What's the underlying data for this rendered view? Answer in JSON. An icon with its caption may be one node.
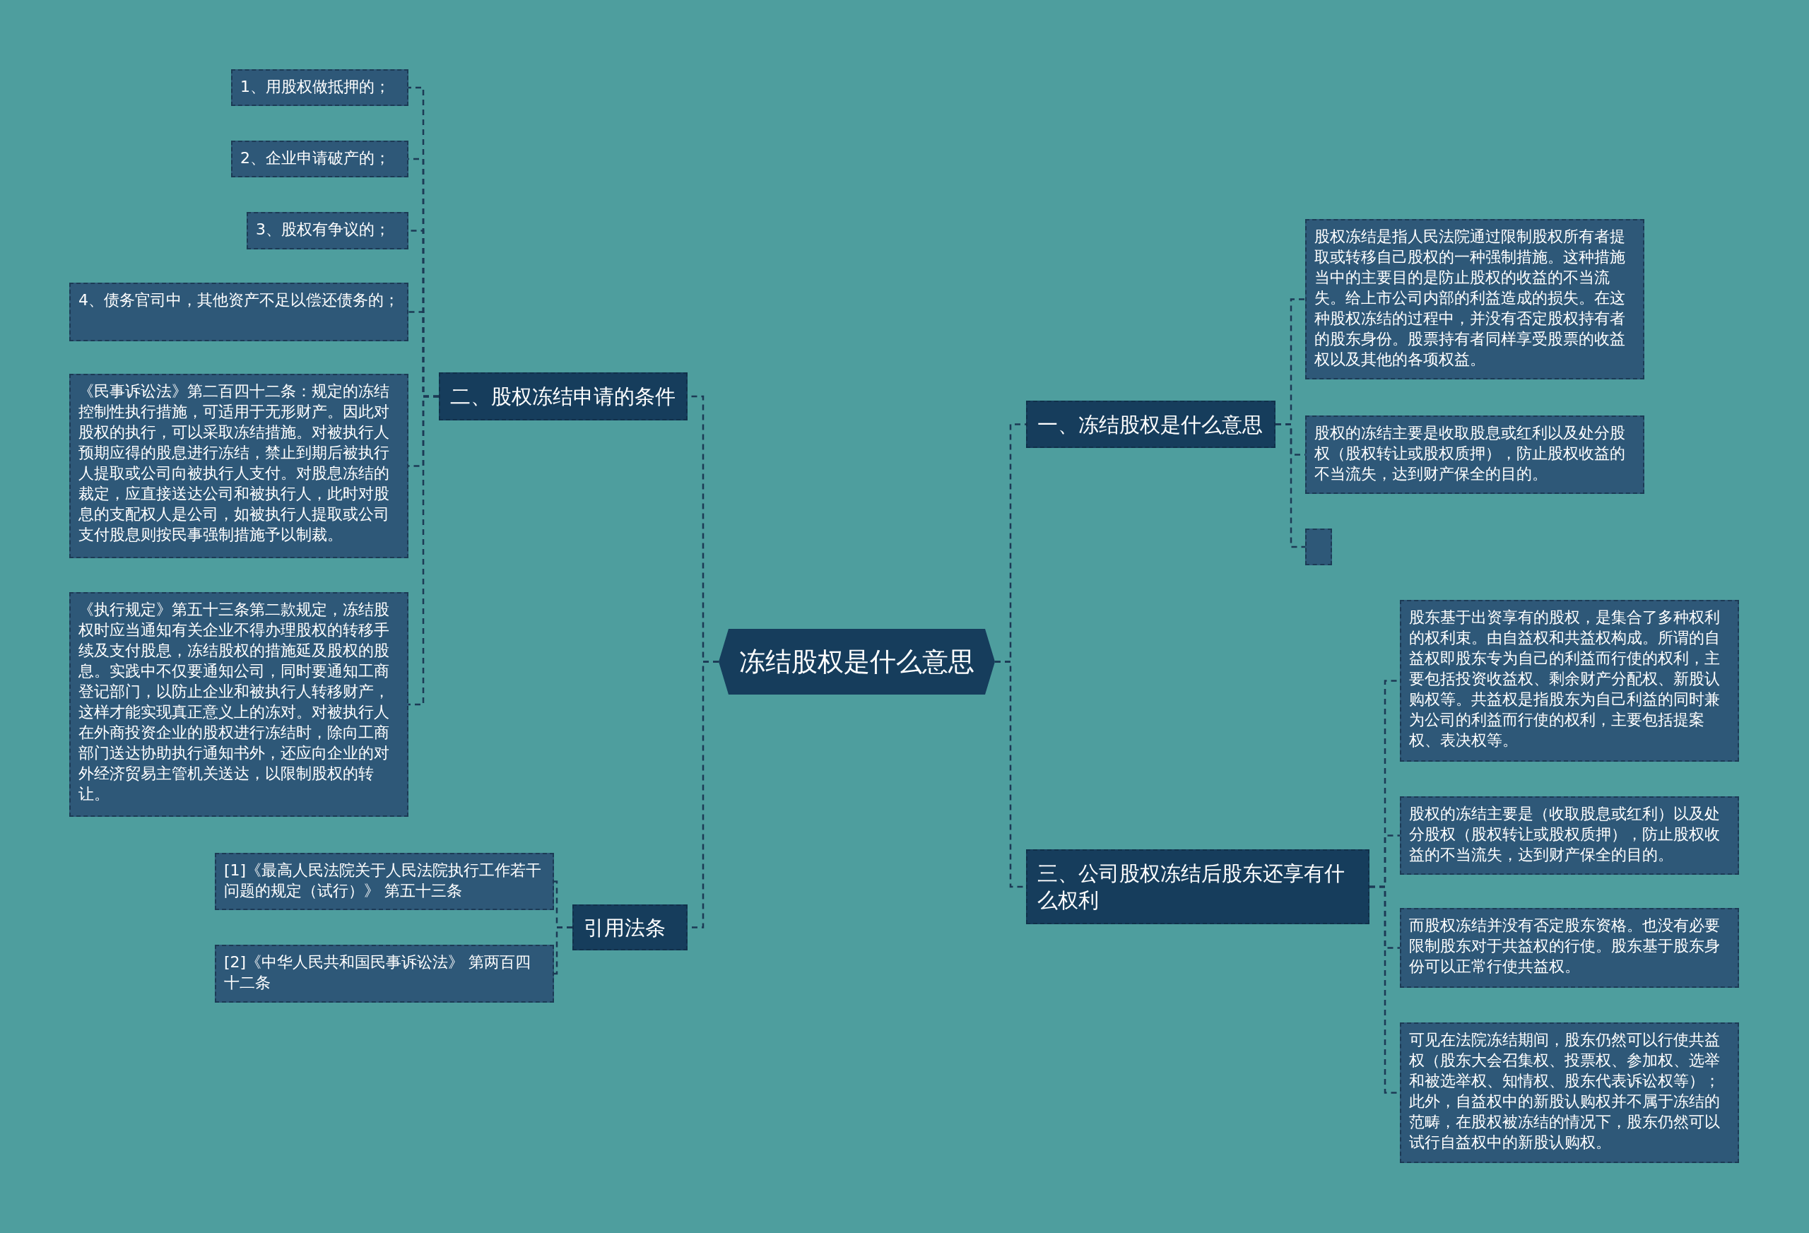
{
  "diagram": {
    "nodes": [
      {
        "text": [
          "冻结股权是什么意思"
        ]
      },
      {
        "text": [
          "一、冻结股权是什么意思"
        ]
      },
      {
        "text": [
          "股权冻结是指人民法院通过限制股权所有者提取或转移自己股权的一种强制措施。这种措施当中的主要目的是防止股权的收益的不当流失。给上市公司内部的利益造成的损失。在这种股权冻结的过程中，并没有否定股权持有者的股东身份。股票持有者同样享受股票的收益权以及其他的各项权益。"
        ]
      },
      {
        "text": [
          "股权的冻结主要是收取股息或红利以及处分股权（股权转让或股权质押），防止股权收益的不当流失，达到财产保全的目的。"
        ]
      },
      {
        "text": [],
        "shape": "box"
      },
      {
        "text": [
          "三、公司股权冻结后股东还享有什么权利"
        ]
      },
      {
        "text": [
          "股东基于出资享有的股权，是集合了多种权利的权利束。由自益权和共益权构成。所谓的自益权即股东专为自己的利益而行使的权利，主要包括投资收益权、剩余财产分配权、新股认购权等。共益权是指股东为自己利益的同时兼为公司的利益而行使的权利，主要包括提案权、表决权等。"
        ]
      },
      {
        "text": [
          "股权的冻结主要是（收取股息或红利）以及处分股权（股权转让或股权质押），防止股权收益的不当流失，达到财产保全的目的。"
        ]
      },
      {
        "text": [
          "而股权冻结并没有否定股东资格。也没有必要限制股东对于共益权的行使。股东基于股东身份可以正常行使共益权。"
        ]
      },
      {
        "text": [
          "可见在法院冻结期间，股东仍然可以行使共益权（股东大会召集权、投票权、参加权、选举和被选举权、知情权、股东代表诉讼权等）；此外，自益权中的新股认购权并不属于冻结的范畴，在股权被冻结的情况下，股东仍然可以试行自益权中的新股认购权。"
        ]
      },
      {
        "text": [
          "二、股权冻结申请的条件"
        ]
      },
      {
        "text": [
          "1、用股权做抵押的；"
        ]
      },
      {
        "text": [
          "2、企业申请破产的；"
        ]
      },
      {
        "text": [
          "3、股权有争议的；"
        ]
      },
      {
        "text": [
          "4、债务官司中，其他资产不足以偿还债务的；"
        ]
      },
      {
        "text": [
          "《民事诉讼法》第二百四十二条：规定的冻结控制性执行措施，可适用于无形财产。因此对股权的执行，可以采取冻结措施。对被执行人预期应得的股息进行冻结，禁止到期后被执行人提取或公司向被执行人支付。对股息冻结的裁定，应直接送达公司和被执行人，此时对股息的支配权人是公司，如被执行人提取或公司支付股息则按民事强制措施予以制裁。"
        ]
      },
      {
        "text": [
          "《执行规定》第五十三条第二款规定，冻结股权时应当通知有关企业不得办理股权的转移手续及支付股息，冻结股权的措施延及股权的股息。实践中不仅要通知公司，同时要通知工商登记部门，以防止企业和被执行人转移财产，这样才能实现真正意义上的冻对。对被执行人在外商投资企业的股权进行冻结时，除向工商部门送达协助执行通知书外，还应向企业的对外经济贸易主管机关送达，以限制股权的转让。"
        ]
      },
      {
        "text": [
          "引用法条"
        ]
      },
      {
        "text": [
          "[1]《最高人民法院关于人民法院执行工作若干问题的规定（试行）》 第五十三条"
        ]
      },
      {
        "text": [
          "[2]《中华人民共和国民事诉讼法》 第两百四十二条"
        ]
      }
    ],
    "edges": [
      {
        "from": 0,
        "to": 1,
        "arrow": "none"
      },
      {
        "from": 1,
        "to": 2,
        "arrow": "none"
      },
      {
        "from": 1,
        "to": 3,
        "arrow": "none"
      },
      {
        "from": 1,
        "to": 4,
        "arrow": "none"
      },
      {
        "from": 0,
        "to": 5,
        "arrow": "none"
      },
      {
        "from": 5,
        "to": 6,
        "arrow": "none"
      },
      {
        "from": 5,
        "to": 7,
        "arrow": "none"
      },
      {
        "from": 5,
        "to": 8,
        "arrow": "none"
      },
      {
        "from": 5,
        "to": 9,
        "arrow": "none"
      },
      {
        "from": 0,
        "to": 10,
        "arrow": "none"
      },
      {
        "from": 10,
        "to": 11,
        "arrow": "none"
      },
      {
        "from": 10,
        "to": 12,
        "arrow": "none"
      },
      {
        "from": 10,
        "to": 13,
        "arrow": "none"
      },
      {
        "from": 10,
        "to": 14,
        "arrow": "none"
      },
      {
        "from": 10,
        "to": 15,
        "arrow": "none"
      },
      {
        "from": 10,
        "to": 16,
        "arrow": "none"
      },
      {
        "from": 0,
        "to": 17,
        "arrow": "none"
      },
      {
        "from": 17,
        "to": 18,
        "arrow": "none"
      },
      {
        "from": 17,
        "to": 19,
        "arrow": "none"
      }
    ]
  }
}
